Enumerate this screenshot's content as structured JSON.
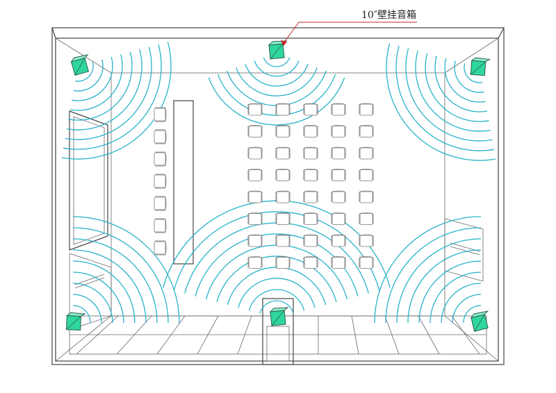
{
  "callout": {
    "label": "10″壁挂音箱"
  },
  "colors": {
    "speaker_fill": "#2fd6a0",
    "wave_stroke": "#27b3c9",
    "line_stroke": "#444444"
  },
  "icons": {
    "speaker": "wall-speaker-icon",
    "chair": "chair-icon"
  },
  "counts": {
    "chair_columns": 5,
    "chair_rows": 8,
    "side_chairs": 7
  }
}
